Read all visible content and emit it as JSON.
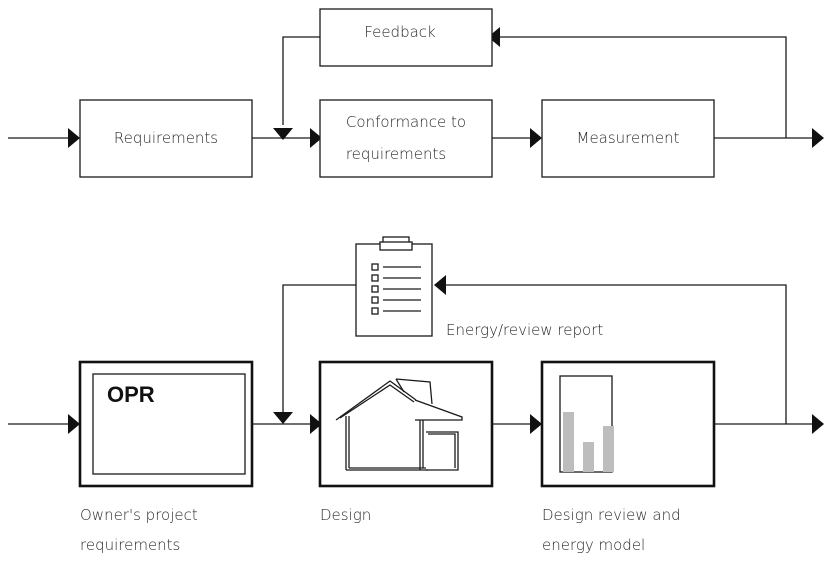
{
  "top_loop": {
    "feedback": "Feedback",
    "requirements": "Requirements",
    "conformance_line1": "Conformance to",
    "conformance_line2": "requirements",
    "measurement": "Measurement"
  },
  "bottom_loop": {
    "opr_label": "OPR",
    "report_caption": "Energy/review report",
    "owner_caption_line1": "Owner's project",
    "owner_caption_line2": "requirements",
    "design_caption": "Design",
    "review_caption_line1": "Design review and",
    "review_caption_line2": "energy model"
  },
  "icons": [
    "clipboard-checklist-icon",
    "house-outline-icon",
    "bar-chart-icon"
  ],
  "colors": {
    "stroke": "#1a1a1a",
    "bar": "#bdbdbd",
    "background": "#ffffff"
  }
}
